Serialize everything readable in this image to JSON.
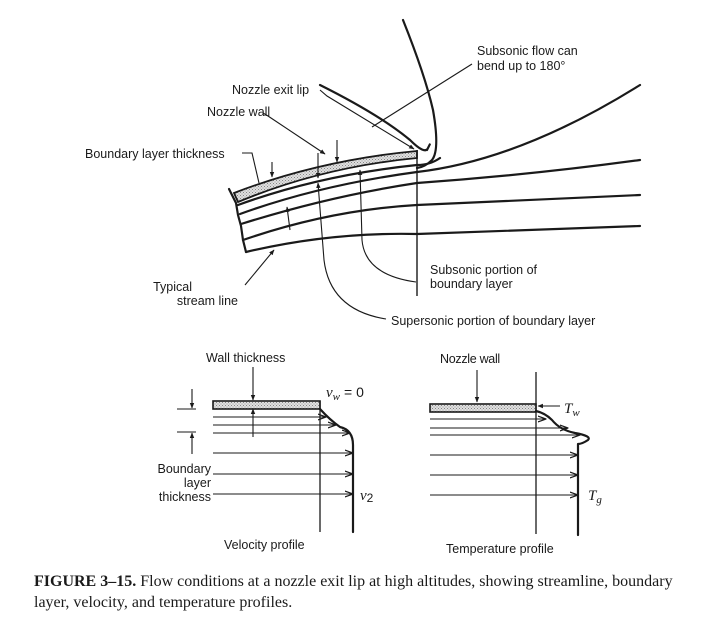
{
  "top_diagram": {
    "labels": {
      "subsonic_flow_line1": "Subsonic flow can",
      "subsonic_flow_line2": "bend up to 180°",
      "nozzle_exit_lip": "Nozzle exit lip",
      "nozzle_wall": "Nozzle wall",
      "boundary_layer_thickness": "Boundary layer thickness",
      "typical_line1": "Typical",
      "typical_line2": "stream line",
      "subsonic_portion_line1": "Subsonic portion of",
      "subsonic_portion_line2": "boundary layer",
      "supersonic_portion": "Supersonic portion of boundary layer"
    }
  },
  "velocity_profile": {
    "wall_thickness": "Wall thickness",
    "vw_symbol": "v",
    "vw_sub": "w",
    "vw_eq": "= 0",
    "boundary_line1": "Boundary",
    "boundary_line2": "layer",
    "boundary_line3": "thickness",
    "v2_symbol": "v",
    "v2_sub": "2",
    "title": "Velocity profile"
  },
  "temperature_profile": {
    "nozzle_wall": "Nozzle wall",
    "tw_symbol": "T",
    "tw_sub": "w",
    "tg_symbol": "T",
    "tg_sub": "g",
    "title": "Temperature profile"
  },
  "caption": {
    "figure_label": "FIGURE 3–15.",
    "text": "Flow conditions at a nozzle exit lip at high altitudes, showing streamline, boundary layer, velocity, and temperature profiles."
  }
}
